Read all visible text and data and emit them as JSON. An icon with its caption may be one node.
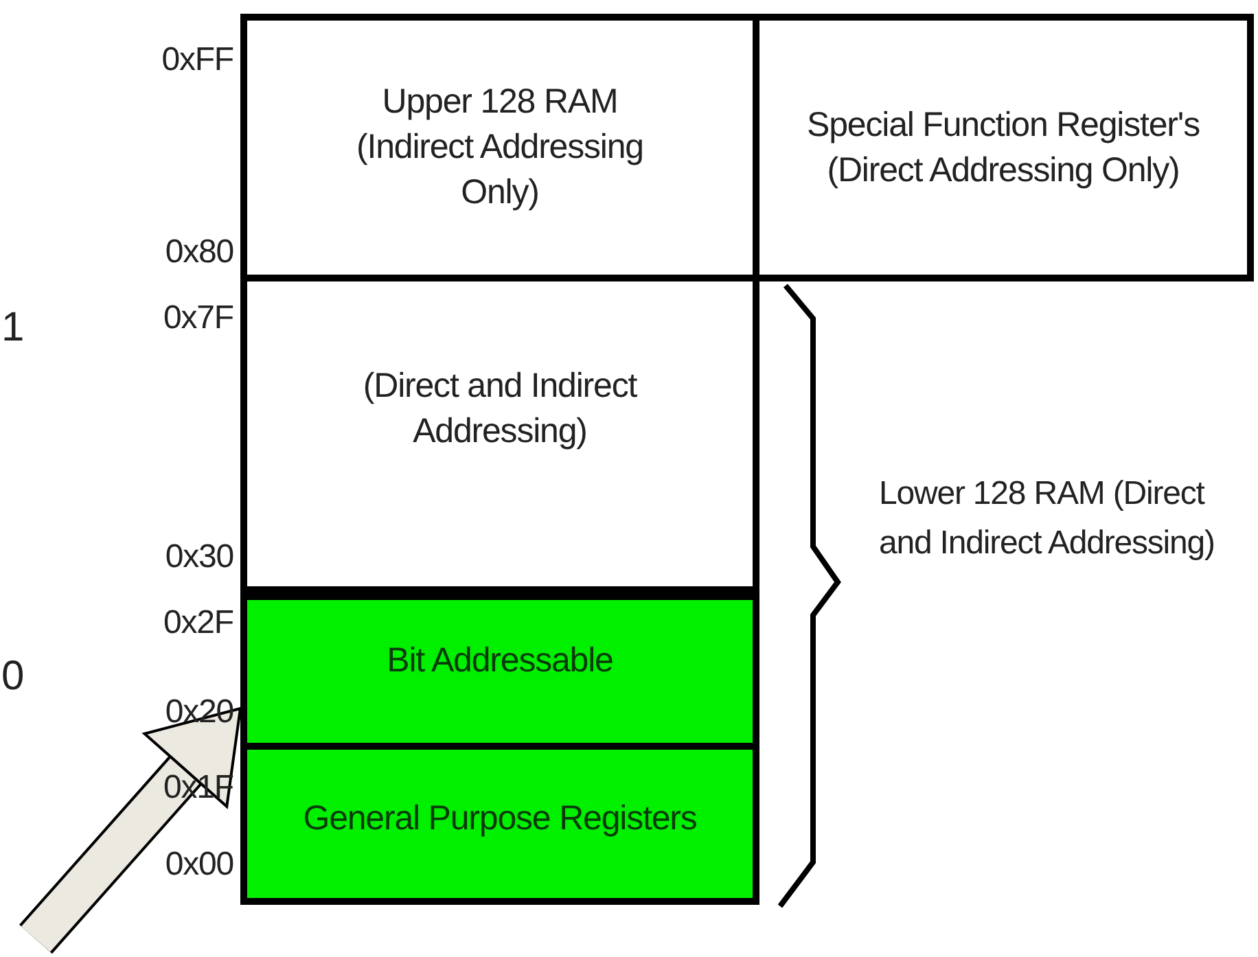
{
  "diagram": {
    "nodes": [
      {
        "text": [
          "Upper 128 RAM (Indirect Addressing Only)"
        ]
      },
      {
        "text": [
          "Special Function Register's (Direct Addressing Only)"
        ]
      },
      {
        "text": [
          "(Direct and Indirect Addressing)"
        ]
      },
      {
        "text": [
          "Bit Addressable"
        ]
      },
      {
        "text": [
          "General Purpose Registers"
        ]
      }
    ],
    "edges": [
      {
        "from": null,
        "to": 3,
        "arrow": "to"
      }
    ],
    "labels": [
      "0xFF",
      "0x80",
      "0x7F",
      "1",
      "0x30",
      "0x2F",
      "0",
      "0x20",
      "0x1F",
      "0x00",
      "Lower 128 RAM (Direct and Indirect Addressing)"
    ]
  }
}
